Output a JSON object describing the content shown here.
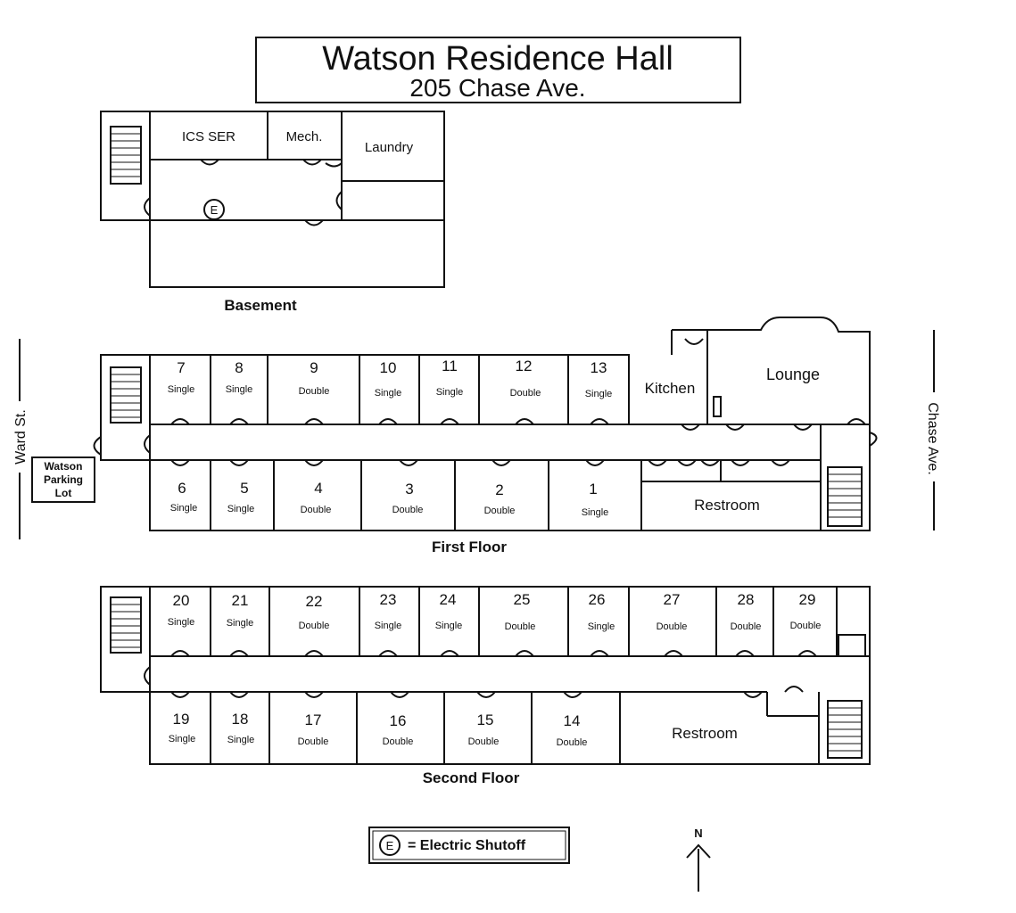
{
  "title": "Watson Residence Hall",
  "address": "205 Chase Ave.",
  "streets": {
    "west": "Ward St.",
    "east": "Chase Ave."
  },
  "parking_lot": [
    "Watson",
    "Parking",
    "Lot"
  ],
  "basement": {
    "label": "Basement",
    "rooms": {
      "ics_ser": "ICS SER",
      "mech": "Mech.",
      "laundry": "Laundry"
    },
    "shutoff_symbol": "E"
  },
  "first_floor": {
    "label": "First Floor",
    "north_rooms": [
      {
        "number": "7",
        "type": "Single"
      },
      {
        "number": "8",
        "type": "Single"
      },
      {
        "number": "9",
        "type": "Double"
      },
      {
        "number": "10",
        "type": "Single"
      },
      {
        "number": "11",
        "type": "Single"
      },
      {
        "number": "12",
        "type": "Double"
      },
      {
        "number": "13",
        "type": "Single"
      }
    ],
    "south_rooms": [
      {
        "number": "6",
        "type": "Single"
      },
      {
        "number": "5",
        "type": "Single"
      },
      {
        "number": "4",
        "type": "Double"
      },
      {
        "number": "3",
        "type": "Double"
      },
      {
        "number": "2",
        "type": "Double"
      },
      {
        "number": "1",
        "type": "Single"
      }
    ],
    "kitchen": "Kitchen",
    "lounge": "Lounge",
    "restroom": "Restroom"
  },
  "second_floor": {
    "label": "Second Floor",
    "north_rooms": [
      {
        "number": "20",
        "type": "Single"
      },
      {
        "number": "21",
        "type": "Single"
      },
      {
        "number": "22",
        "type": "Double"
      },
      {
        "number": "23",
        "type": "Single"
      },
      {
        "number": "24",
        "type": "Single"
      },
      {
        "number": "25",
        "type": "Double"
      },
      {
        "number": "26",
        "type": "Single"
      },
      {
        "number": "27",
        "type": "Double"
      },
      {
        "number": "28",
        "type": "Double"
      },
      {
        "number": "29",
        "type": "Double"
      }
    ],
    "south_rooms": [
      {
        "number": "19",
        "type": "Single"
      },
      {
        "number": "18",
        "type": "Single"
      },
      {
        "number": "17",
        "type": "Double"
      },
      {
        "number": "16",
        "type": "Double"
      },
      {
        "number": "15",
        "type": "Double"
      },
      {
        "number": "14",
        "type": "Double"
      }
    ],
    "restroom": "Restroom"
  },
  "legend": {
    "symbol": "E",
    "text": "= Electric Shutoff"
  },
  "compass": "N"
}
